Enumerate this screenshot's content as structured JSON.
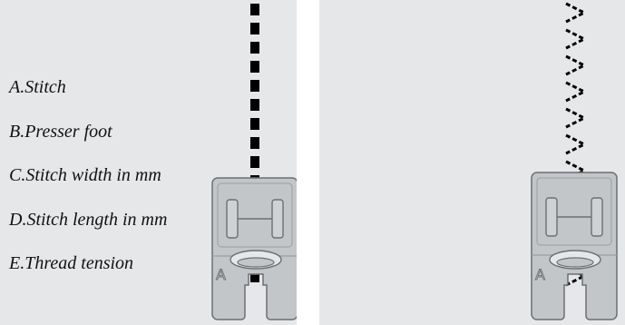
{
  "labels": [
    {
      "letter": "A",
      "text": "Stitch"
    },
    {
      "letter": "B",
      "text": "Presser foot"
    },
    {
      "letter": "C",
      "text": "Stitch width in mm"
    },
    {
      "letter": "D",
      "text": "Stitch length in mm"
    },
    {
      "letter": "E",
      "text": "Thread tension"
    }
  ],
  "label_display": [
    "A.Stitch",
    "B.Presser foot",
    "C.Stitch width in mm",
    "D.Stitch length in mm",
    "E.Thread tension"
  ],
  "foot_marking": "A",
  "colors": {
    "background": "#e6e7e9",
    "foot_fill": "#c3c6c8",
    "foot_outline": "#6d6f72",
    "stitch": "#000000",
    "label_text": "#111111"
  }
}
